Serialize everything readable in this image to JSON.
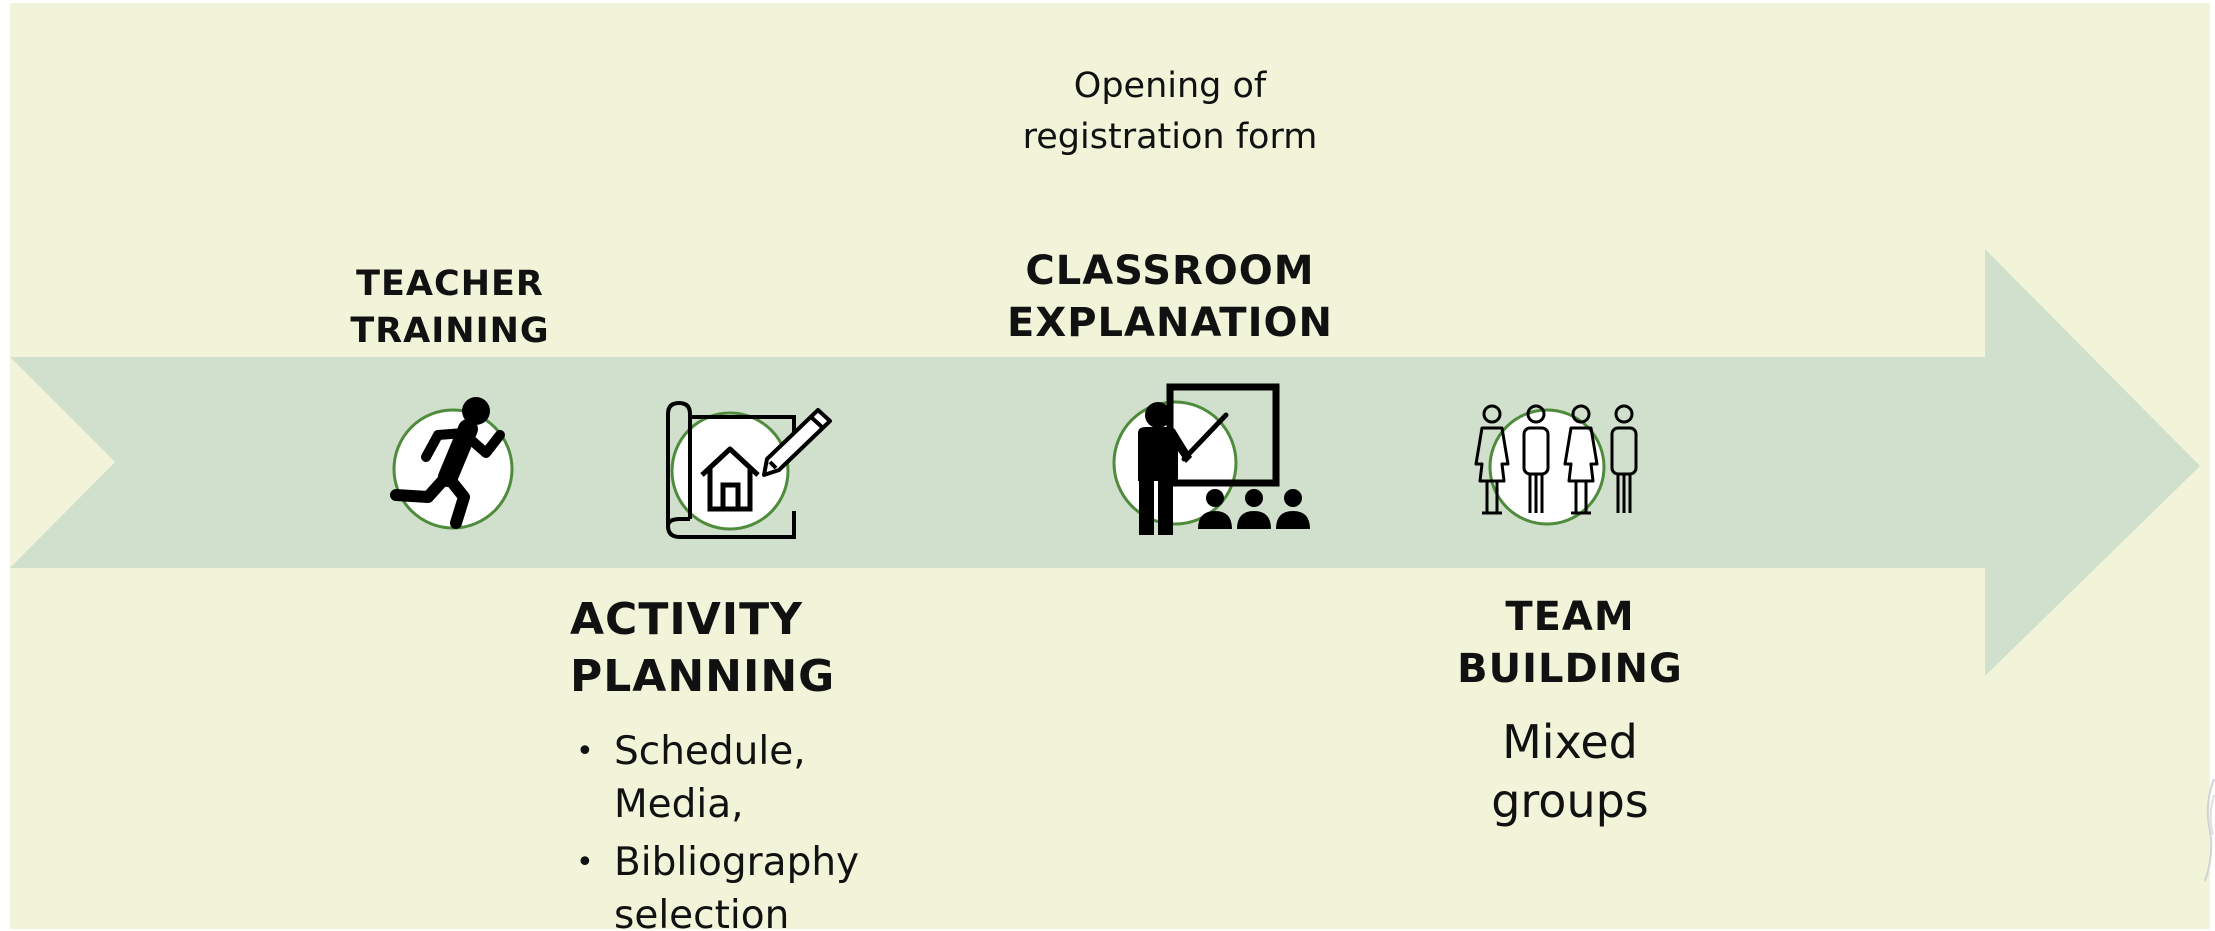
{
  "registration_note": {
    "line1": "Opening of",
    "line2": "registration form"
  },
  "milestones": [
    {
      "title_line1": "TEACHER",
      "title_line2": "TRAINING",
      "icon": "running-person-icon"
    },
    {
      "title_line1": "ACTIVITY",
      "title_line2": "PLANNING",
      "icon": "house-blueprint-icon",
      "bullets": [
        {
          "line1": "Schedule,",
          "line2": "Media,"
        },
        {
          "line1": "Bibliography",
          "line2": "selection"
        }
      ]
    },
    {
      "title_line1": "CLASSROOM",
      "title_line2": "EXPLANATION",
      "icon": "teacher-board-icon"
    },
    {
      "title_line1": "TEAM",
      "title_line2": "BUILDING",
      "icon": "group-people-icon",
      "detail_line1": "Mixed",
      "detail_line2": "groups"
    }
  ],
  "colors": {
    "background": "#f1f4d9",
    "arrow": "#d0e0cc",
    "icon_ring": "#4f8b3c",
    "icon_stroke": "#000000",
    "text": "#111111"
  }
}
